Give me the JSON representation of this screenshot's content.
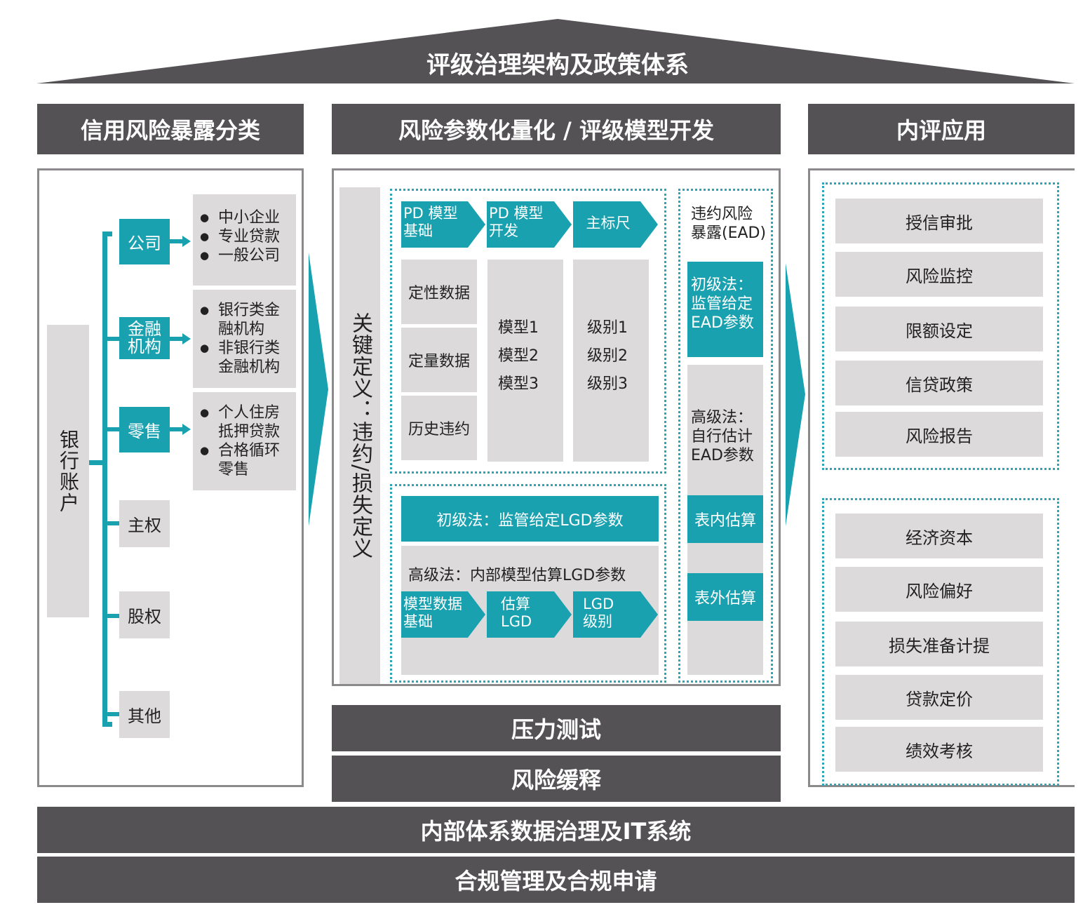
{
  "roof_title": "评级治理架构及政策体系",
  "col1": {
    "header": "信用风险暴露分类",
    "bank_account": "银行账户",
    "groups": [
      {
        "label": "公司",
        "items": [
          "中小企业",
          "专业贷款",
          "一般公司"
        ]
      },
      {
        "label": "金融机构",
        "items": [
          "银行类金融机构",
          "非银行类金融机构"
        ]
      },
      {
        "label": "零售",
        "items": [
          "个人住房抵押贷款",
          "合格循环零售"
        ]
      }
    ],
    "others": [
      "主权",
      "股权",
      "其他"
    ]
  },
  "col2": {
    "header": "风险参数化量化 / 评级模型开发",
    "key_def": "关键定义：违约/损失定义",
    "pd_chevrons": [
      "PD 模型基础",
      "PD 模型开发",
      "主标尺"
    ],
    "data_items": [
      "定性数据",
      "定量数据",
      "历史违约"
    ],
    "models": [
      "模型1",
      "模型2",
      "模型3"
    ],
    "levels": [
      "级别1",
      "级别2",
      "级别3"
    ],
    "lgd_basic": "初级法：监管给定LGD参数",
    "lgd_advanced": "高级法：内部模型估算LGD参数",
    "lgd_chevrons": [
      "模型数据基础",
      "估算 LGD",
      "LGD 级别"
    ],
    "ead_title": "违约风险暴露(EAD)",
    "ead_basic": "初级法：监管给定EAD参数",
    "ead_advanced": "高级法：自行估计EAD参数",
    "ead_on": "表内估算",
    "ead_off": "表外估算",
    "stress": "压力测试",
    "mitigation": "风险缓释"
  },
  "col3": {
    "header": "内评应用",
    "group1": [
      "授信审批",
      "风险监控",
      "限额设定",
      "信贷政策",
      "风险报告"
    ],
    "group2": [
      "经济资本",
      "风险偏好",
      "损失准备计提",
      "贷款定价",
      "绩效考核"
    ]
  },
  "bottom": [
    "内部体系数据治理及IT系统",
    "合规管理及合规申请"
  ],
  "colors": {
    "dark": "#545255",
    "teal": "#1aa1b0",
    "grey": "#dcdadb"
  }
}
